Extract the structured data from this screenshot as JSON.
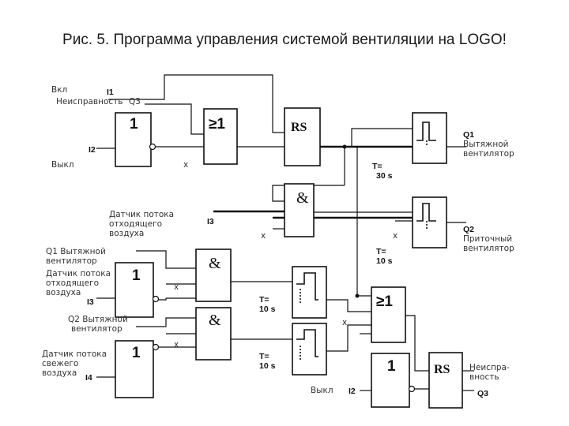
{
  "title": "Рис. 5. Программа управления системой вентиляции на LOGO!",
  "labels": {
    "vkl": "Вкл",
    "i1": "I1",
    "neispr_q3": "Неисправность",
    "q3a": "Q3",
    "i2a": "I2",
    "vykl_a": "Выкл",
    "x": "x",
    "gate_not": "1",
    "gate_or": "≥1",
    "gate_rs": "RS",
    "gate_and": "&",
    "t30": "T=",
    "t30b": "30 s",
    "t10": "T=",
    "t10b": "10 s",
    "q1": "Q1",
    "q1_name1": "Вытяжной",
    "q1_name2": "вентилятор",
    "q2": "Q2",
    "q2_name1": "Приточный",
    "q2_name2": "вентилятор",
    "sensor_exhaust1": "Датчик потока",
    "sensor_exhaust2": "отходящего",
    "sensor_exhaust3": "воздуха",
    "i3": "I3",
    "q1_vent1": "Q1 Вытяжной",
    "q1_vent2": "вентилятор",
    "q2_vent1": "Q2 Вытяжной",
    "q2_vent2": "вентилятор",
    "sensor_fresh1": "Датчик потока",
    "sensor_fresh2": "свежего",
    "sensor_fresh3": "воздуха",
    "i4": "I4",
    "vykl_b": "Выкл",
    "i2b": "I2",
    "neispr1": "Неиспра-",
    "neispr2": "вность",
    "q3b": "Q3"
  }
}
